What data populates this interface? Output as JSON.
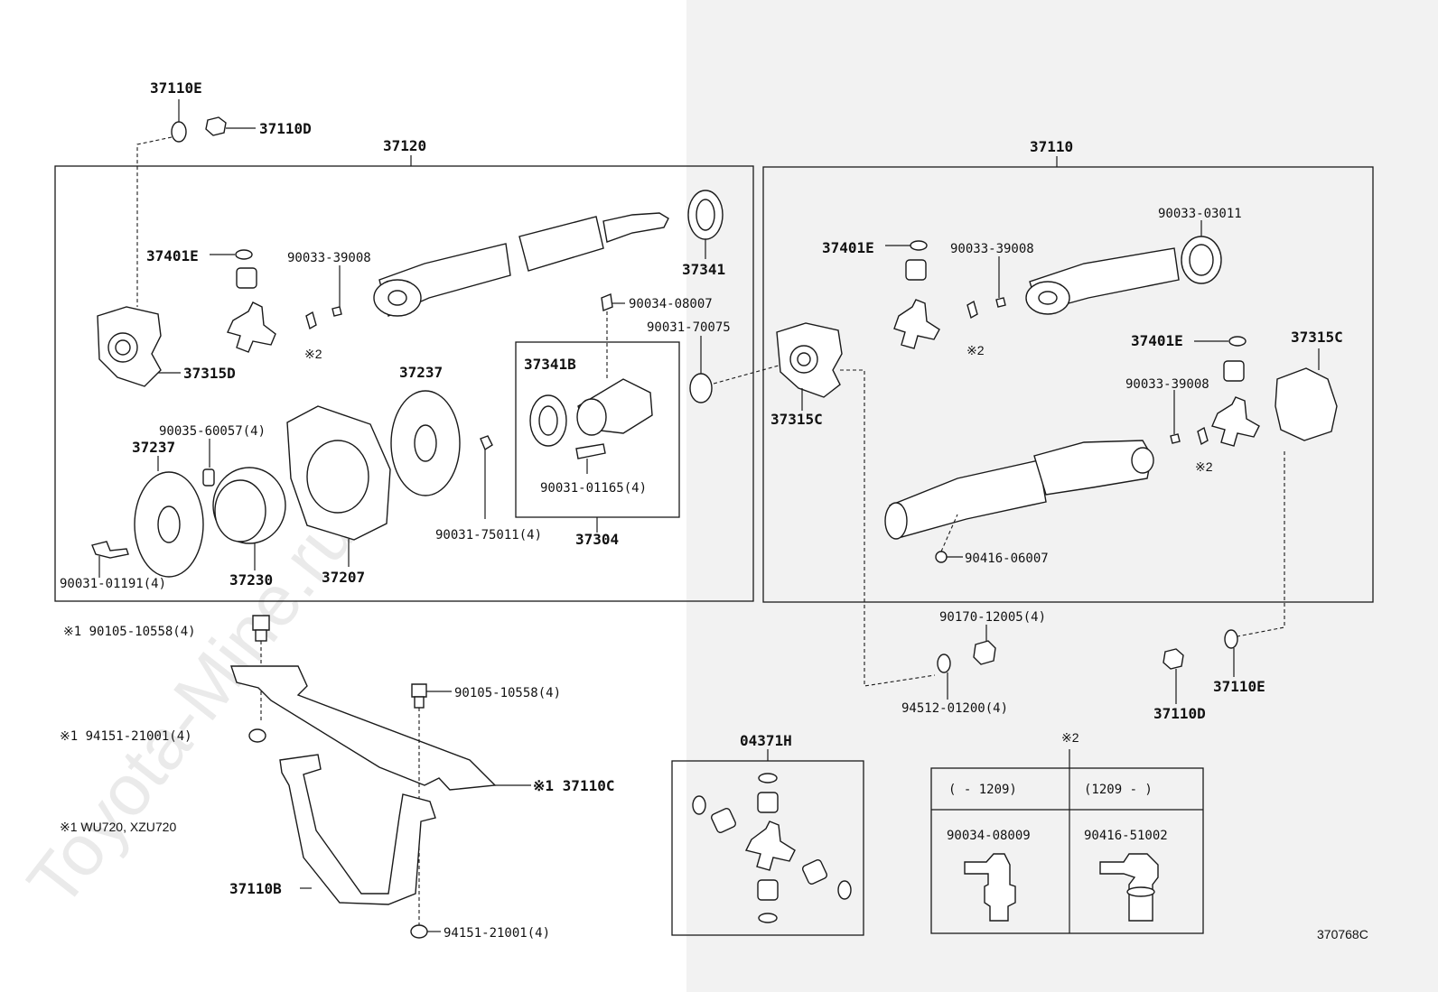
{
  "watermark": "Toyota-Mine.ru",
  "diagram_code": "370768C",
  "note_wu": "※1 WU720, XZU720",
  "boxes": {
    "left": "37120",
    "right": "37110",
    "center_bearing": "37304",
    "spider_kit": "04371H"
  },
  "labels": {
    "e_top_left": "37110E",
    "d_top_left": "37110D",
    "l_37401e": "37401E",
    "l_37315d": "37315D",
    "l_39008_left": "90033-39008",
    "l_k2_left": "※2",
    "l_37341": "37341",
    "l_08007": "90034-08007",
    "l_70075": "90031-70075",
    "l_37341b": "37341B",
    "l_01165": "90031-01165(4)",
    "l_37237_right": "37237",
    "l_37237_left": "37237",
    "l_60057": "90035-60057(4)",
    "l_75011": "90031-75011(4)",
    "l_01191": "90031-01191(4)",
    "l_37230": "37230",
    "l_37207": "37207",
    "r_37401e_top": "37401E",
    "r_39008_top": "90033-39008",
    "r_03011": "90033-03011",
    "r_37315c_left": "37315C",
    "r_k2_top": "※2",
    "r_37401e_mid": "37401E",
    "r_37315c_right": "37315C",
    "r_39008_mid": "90033-39008",
    "r_k2_mid": "※2",
    "r_06007": "90416-06007",
    "b_12005": "90170-12005(4)",
    "b_01200": "94512-01200(4)",
    "b_37110d": "37110D",
    "b_37110e": "37110E",
    "s_10558_k1": "※1 90105-10558(4)",
    "s_10558": "90105-10558(4)",
    "s_21001_k1": "※1 94151-21001(4)",
    "s_37110c": "※1 37110C",
    "s_37110b": "37110B",
    "s_21001_bottom": "94151-21001(4)"
  },
  "table": {
    "note": "※2",
    "col1_range": "(      - 1209)",
    "col2_range": "(1209 -        )",
    "col1_part": "90034-08009",
    "col2_part": "90416-51002"
  }
}
